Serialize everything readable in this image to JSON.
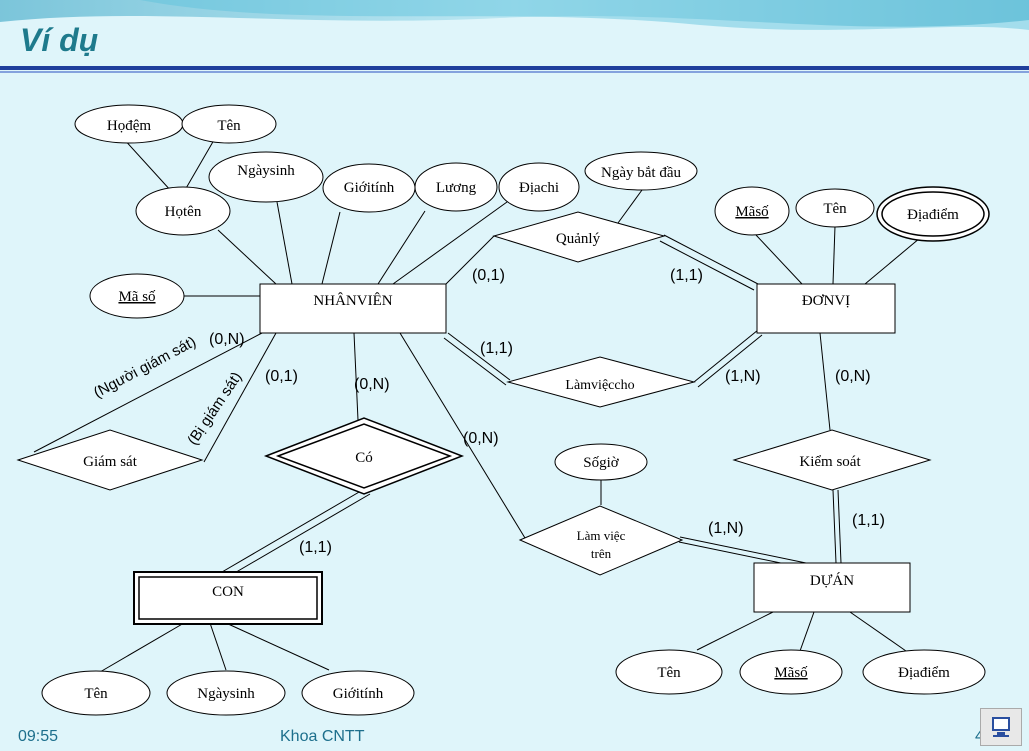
{
  "slide": {
    "title": "Ví dụ",
    "footer_time": "09:55",
    "footer_center": "Khoa CNTT",
    "footer_page": "4"
  },
  "diagram": {
    "entities": {
      "nhanvien": "NHÂNVIÊN",
      "donvi": "ĐƠNVỊ",
      "duan": "DỰÁN",
      "con": "CON"
    },
    "relationships": {
      "quanly": "Quảnlý",
      "lamviecho": "Làmviệccho",
      "giamsat": "Giám sát",
      "co": "Có",
      "kiemsoat": "Kiểm soát",
      "lamviectren_1": "Làm việc",
      "lamviectren_2": "trên"
    },
    "attributes": {
      "hodem": "Họđệm",
      "ten_nv": "Tên",
      "hoten": "Họtên",
      "ngaysinh_nv": "Ngàysinh",
      "gioitinh_nv": "Giớitính",
      "luong": "Lương",
      "diachi": "Địachi",
      "maso_nv": "Mã số",
      "ngaybatdau": "Ngày bắt đầu",
      "maso_dv": "Mãsố",
      "ten_dv": "Tên",
      "diadiem_dv": "Địađiểm",
      "sogio": "Sốgiờ",
      "ten_da": "Tên",
      "maso_da": "Mãsố",
      "diadiem_da": "Địađiểm",
      "ten_con": "Tên",
      "ngaysinh_con": "Ngàysinh",
      "gioitinh_con": "Giớitính"
    },
    "cardinalities": {
      "nv_quanly": "(0,1)",
      "dv_quanly": "(1,1)",
      "nv_lamviecho": "(1,1)",
      "dv_lamviecho": "(1,N)",
      "nguoi_giam_sat": "(0,N)",
      "bi_giam_sat": "(0,1)",
      "nv_co": "(0,N)",
      "con_co": "(1,1)",
      "nv_lamviectren": "(0,N)",
      "da_lamviectren": "(1,N)",
      "dv_kiemsoat": "(0,N)",
      "da_kiemsoat": "(1,1)"
    },
    "roles": {
      "nguoi_giam_sat": "(Người giám sát)",
      "bi_giam_sat": "(Bị giám sát)"
    }
  }
}
